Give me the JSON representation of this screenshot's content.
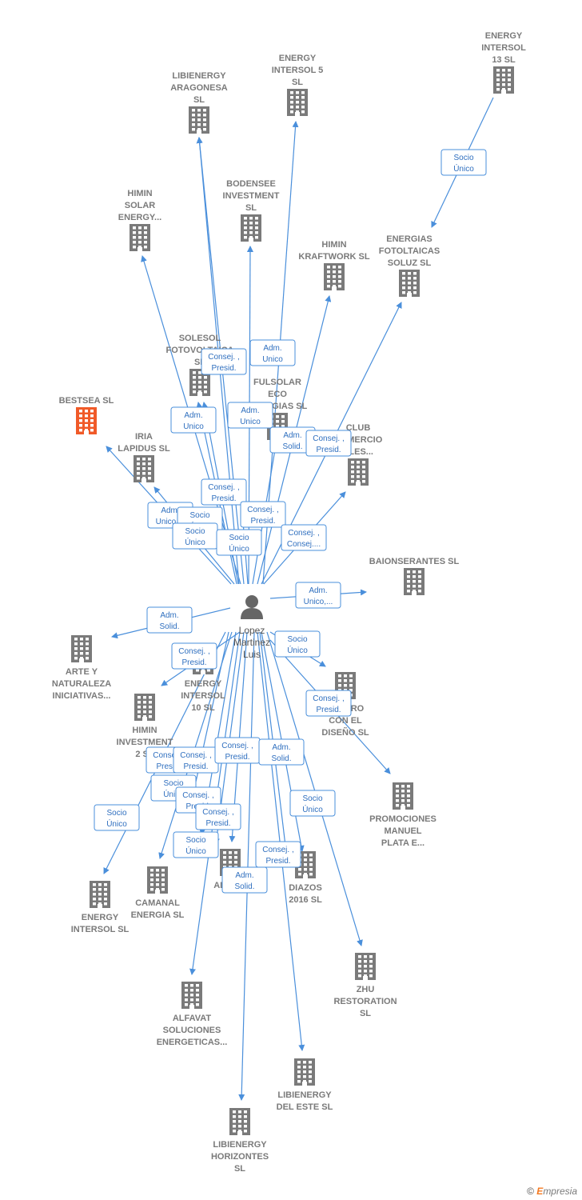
{
  "colors": {
    "edge": "#4a8fdb",
    "building": "#7a7a7a",
    "highlight": "#f05a28",
    "person": "#666666"
  },
  "center": {
    "name": [
      "Lopez",
      "Martinez",
      "Luis"
    ]
  },
  "nodes": [
    {
      "id": "energy13",
      "lines": [
        "ENERGY",
        "INTERSOL",
        "13  SL"
      ],
      "highlight": false
    },
    {
      "id": "libi_arag",
      "lines": [
        "LIBIENERGY",
        "ARAGONESA",
        "SL"
      ],
      "highlight": false
    },
    {
      "id": "energy5",
      "lines": [
        "ENERGY",
        "INTERSOL 5",
        "SL"
      ],
      "highlight": false
    },
    {
      "id": "bodensee",
      "lines": [
        "BODENSEE",
        "INVESTMENT",
        "SL"
      ],
      "highlight": false
    },
    {
      "id": "himin_solar",
      "lines": [
        "HIMIN",
        "SOLAR",
        "ENERGY..."
      ],
      "highlight": false
    },
    {
      "id": "himin_kraft",
      "lines": [
        "HIMIN",
        "KRAFTWORK SL"
      ],
      "highlight": false
    },
    {
      "id": "energias_foto",
      "lines": [
        "ENERGIAS",
        "FOTOLTAICAS",
        "SOLUZ  SL"
      ],
      "highlight": false
    },
    {
      "id": "solesol",
      "lines": [
        "SOLESOL",
        "FOTOVOLTAICA",
        "SL"
      ],
      "highlight": false
    },
    {
      "id": "fulsolar",
      "lines": [
        "FULSOLAR",
        "ECO",
        "ENERGIAS  SL"
      ],
      "highlight": false
    },
    {
      "id": "bestsea",
      "lines": [
        "BESTSEA  SL"
      ],
      "highlight": true
    },
    {
      "id": "iria",
      "lines": [
        "IRIA",
        "LAPIDUS  SL"
      ],
      "highlight": false
    },
    {
      "id": "club",
      "lines": [
        "CLUB",
        "COMERCIO",
        "ELES..."
      ],
      "highlight": false
    },
    {
      "id": "baionserantes",
      "lines": [
        "BAIONSERANTES SL"
      ],
      "highlight": false
    },
    {
      "id": "arte",
      "lines": [
        "ARTE Y",
        "NATURALEZA",
        "INICIATIVAS..."
      ],
      "highlight": false
    },
    {
      "id": "energy10",
      "lines": [
        "ENERGY",
        "INTERSOL",
        "10  SL"
      ],
      "highlight": false
    },
    {
      "id": "centro",
      "lines": [
        "CENTRO",
        "CON EL",
        "DISEÑO SL"
      ],
      "highlight": false
    },
    {
      "id": "himin_inv",
      "lines": [
        "HIMIN",
        "INVESTMENT",
        "2 SL"
      ],
      "highlight": false
    },
    {
      "id": "promociones",
      "lines": [
        "PROMOCIONES",
        "MANUEL",
        "PLATA E..."
      ],
      "highlight": false
    },
    {
      "id": "energy_intersol",
      "lines": [
        "ENERGY",
        "INTERSOL  SL"
      ],
      "highlight": false
    },
    {
      "id": "camanal",
      "lines": [
        "CAMANAL",
        "ENERGIA  SL"
      ],
      "highlight": false
    },
    {
      "id": "aliza",
      "lines": [
        "ALIZA..."
      ],
      "highlight": false
    },
    {
      "id": "diazos",
      "lines": [
        "DIAZOS",
        "2016  SL"
      ],
      "highlight": false
    },
    {
      "id": "zhu",
      "lines": [
        "ZHU",
        "RESTORATION",
        "SL"
      ],
      "highlight": false
    },
    {
      "id": "alfavat",
      "lines": [
        "ALFAVAT",
        "SOLUCIONES",
        "ENERGETICAS..."
      ],
      "highlight": false
    },
    {
      "id": "libi_este",
      "lines": [
        "LIBIENERGY",
        "DEL ESTE  SL"
      ],
      "highlight": false
    },
    {
      "id": "libi_hor",
      "lines": [
        "LIBIENERGY",
        "HORIZONTES",
        "SL"
      ],
      "highlight": false
    }
  ],
  "edge_labels": [
    [
      "Socio",
      "Único"
    ],
    [
      "Adm.",
      "Unico"
    ],
    [
      "Consej. ,",
      "Presid."
    ],
    [
      "Adm.",
      "Unico"
    ],
    [
      "Adm.",
      "Unico"
    ],
    [
      "Adm.",
      "Solid."
    ],
    [
      "Consej. ,",
      "Presid."
    ],
    [
      "Consej. ,",
      "Presid."
    ],
    [
      "Consej. ,",
      "Presid."
    ],
    [
      "Adm.",
      "Unico,..."
    ],
    [
      "Socio",
      "Único"
    ],
    [
      "Socio",
      "Único"
    ],
    [
      "Socio",
      "Único"
    ],
    [
      "Consej. ,",
      "Consej...."
    ],
    [
      "Adm.",
      "Unico,..."
    ],
    [
      "Adm.",
      "Solid."
    ],
    [
      "Socio",
      "Único"
    ],
    [
      "Consej. ,",
      "Presid."
    ],
    [
      "Consej. ,",
      "Presid."
    ],
    [
      "Consej. ,",
      "Presid."
    ],
    [
      "Consej. ,",
      "Presid."
    ],
    [
      "Consej. ,",
      "Presid."
    ],
    [
      "Adm.",
      "Solid."
    ],
    [
      "Adm.",
      "Solid."
    ],
    [
      "Socio",
      "Único"
    ],
    [
      "Socio",
      "Único"
    ],
    [
      "Socio",
      "Único"
    ],
    [
      "Consej. ,",
      "Presid."
    ],
    [
      "Socio",
      "Único"
    ],
    [
      "Consej. ,",
      "Presid."
    ],
    [
      "Consej. ,",
      "Presid."
    ]
  ],
  "footer": {
    "copyright": "©",
    "brand_first": "E",
    "brand_rest": "mpresia"
  }
}
